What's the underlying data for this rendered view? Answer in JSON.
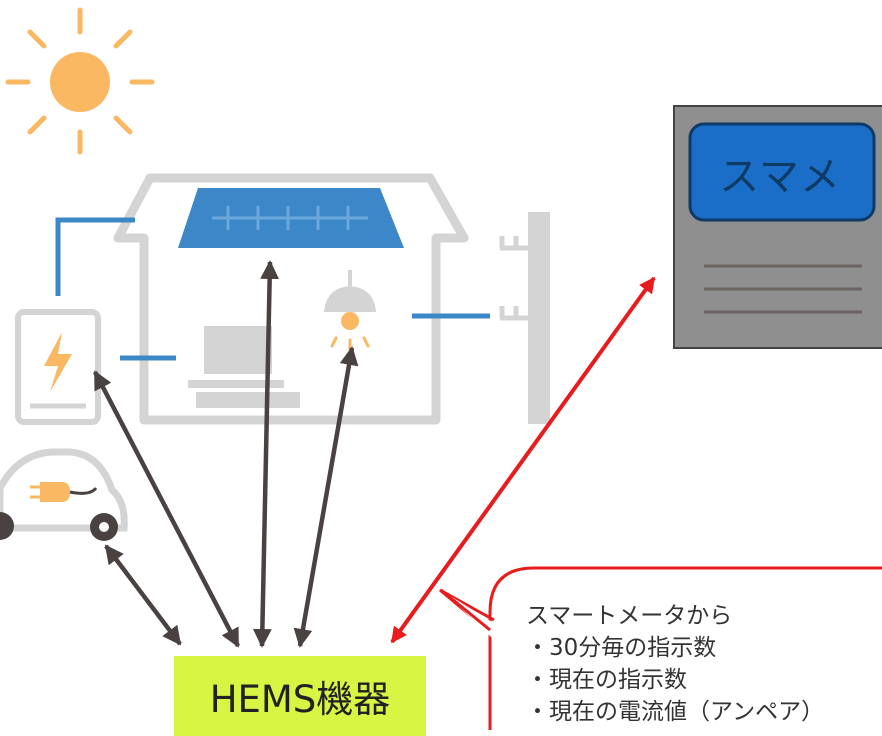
{
  "smart_meter": {
    "label": "スマメ"
  },
  "hems": {
    "label": "HEMS機器"
  },
  "callout": {
    "lines": [
      "スマートメータから",
      "・30分毎の指示数",
      "・現在の指示数",
      "・現在の電流値（アンペア）"
    ]
  },
  "colors": {
    "arrow": "#4a4141",
    "callout_border": "#e81c1c",
    "hems_fill": "#d7f542",
    "house_outline": "#d4d4d4",
    "solar_panel": "#3c87c7",
    "sun": "#fbb862",
    "meter_display": "#1a6ec7",
    "meter_body": "#8f8f8f",
    "wire": "#3c87c7"
  }
}
